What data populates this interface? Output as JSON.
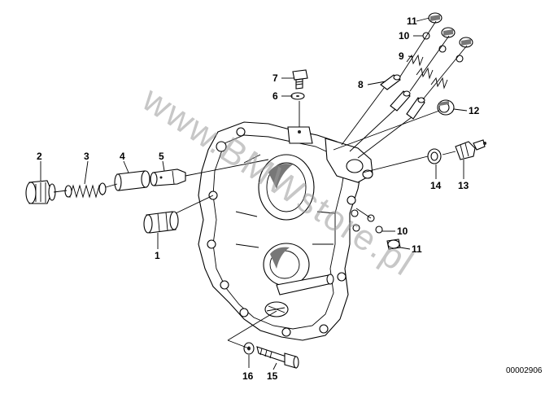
{
  "diagram_code": "00002906",
  "watermark": "www.BMWstore.pl",
  "callouts": [
    {
      "id": "c1",
      "text": "1"
    },
    {
      "id": "c2",
      "text": "2"
    },
    {
      "id": "c3",
      "text": "3"
    },
    {
      "id": "c4",
      "text": "4"
    },
    {
      "id": "c5",
      "text": "5"
    },
    {
      "id": "c6",
      "text": "6"
    },
    {
      "id": "c7",
      "text": "7"
    },
    {
      "id": "c8",
      "text": "8"
    },
    {
      "id": "c9",
      "text": "9"
    },
    {
      "id": "c10a",
      "text": "10"
    },
    {
      "id": "c10b",
      "text": "10"
    },
    {
      "id": "c11a",
      "text": "11"
    },
    {
      "id": "c11b",
      "text": "11"
    },
    {
      "id": "c12",
      "text": "12"
    },
    {
      "id": "c13",
      "text": "13"
    },
    {
      "id": "c14",
      "text": "14"
    },
    {
      "id": "c15",
      "text": "15"
    },
    {
      "id": "c16",
      "text": "16"
    }
  ]
}
